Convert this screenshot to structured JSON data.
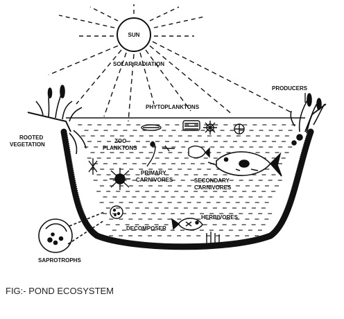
{
  "diagram": {
    "labels": {
      "sun": "SUN",
      "solar_radiation": "SOLAR RADIATION",
      "producers": "PRODUCERS",
      "phytoplanktons": "PHYTOPLANKTONS",
      "rooted_vegetation_line1": "ROOTED",
      "rooted_vegetation_line2": "VEGETATION",
      "zoo_planktons_line1": "ZOO",
      "zoo_planktons_line2": "PLANKTONS",
      "primary_carnivores_line1": "PRIMARY",
      "primary_carnivores_line2": "CARNIVORES",
      "secondary_carnivores_line1": "SECONDARY",
      "secondary_carnivores_line2": "CARNIVORES",
      "herbivores": "HERBIVORES",
      "decomposer": "DECOMPOSER",
      "saprotrophs": "SAPROTROPHS"
    },
    "caption": "FIG:- POND ECOSYSTEM"
  },
  "colors": {
    "ink": "#111111",
    "water_dash": "#333333",
    "background": "#ffffff"
  }
}
